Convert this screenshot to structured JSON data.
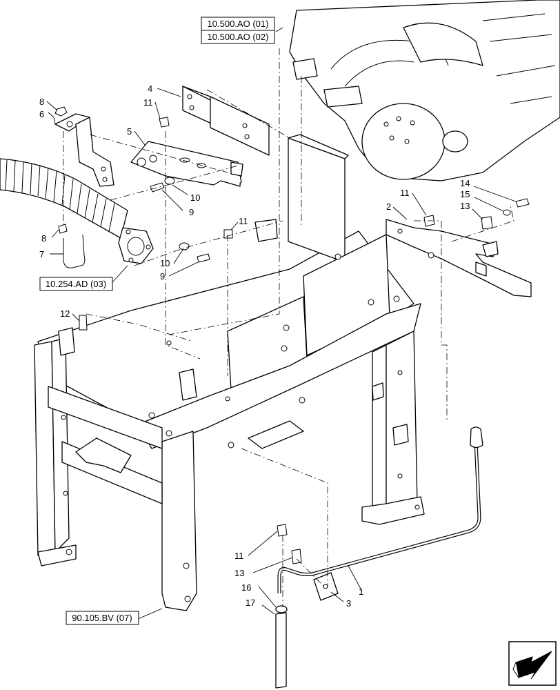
{
  "references": [
    {
      "id": "ref-10-500-ao-01",
      "text": "10.500.AO (01)"
    },
    {
      "id": "ref-10-500-ao-02",
      "text": "10.500.AO (02)"
    },
    {
      "id": "ref-10-254-ad-03",
      "text": "10.254.AD (03)"
    },
    {
      "id": "ref-90-105-bv-07",
      "text": "90.105.BV (07)"
    }
  ],
  "callouts": [
    {
      "id": "c1",
      "text": "1"
    },
    {
      "id": "c2",
      "text": "2"
    },
    {
      "id": "c3",
      "text": "3"
    },
    {
      "id": "c4",
      "text": "4"
    },
    {
      "id": "c5",
      "text": "5"
    },
    {
      "id": "c6",
      "text": "6"
    },
    {
      "id": "c7",
      "text": "7"
    },
    {
      "id": "c8a",
      "text": "8"
    },
    {
      "id": "c8b",
      "text": "8"
    },
    {
      "id": "c9a",
      "text": "9"
    },
    {
      "id": "c9b",
      "text": "9"
    },
    {
      "id": "c10a",
      "text": "10"
    },
    {
      "id": "c10b",
      "text": "10"
    },
    {
      "id": "c11a",
      "text": "11"
    },
    {
      "id": "c11b",
      "text": "11"
    },
    {
      "id": "c11c",
      "text": "11"
    },
    {
      "id": "c11d",
      "text": "11"
    },
    {
      "id": "c12",
      "text": "12"
    },
    {
      "id": "c13a",
      "text": "13"
    },
    {
      "id": "c13b",
      "text": "13"
    },
    {
      "id": "c14",
      "text": "14"
    },
    {
      "id": "c15",
      "text": "15"
    },
    {
      "id": "c16",
      "text": "16"
    },
    {
      "id": "c17",
      "text": "17"
    }
  ],
  "icons": {
    "navigation": "arrow-down-left-icon"
  }
}
